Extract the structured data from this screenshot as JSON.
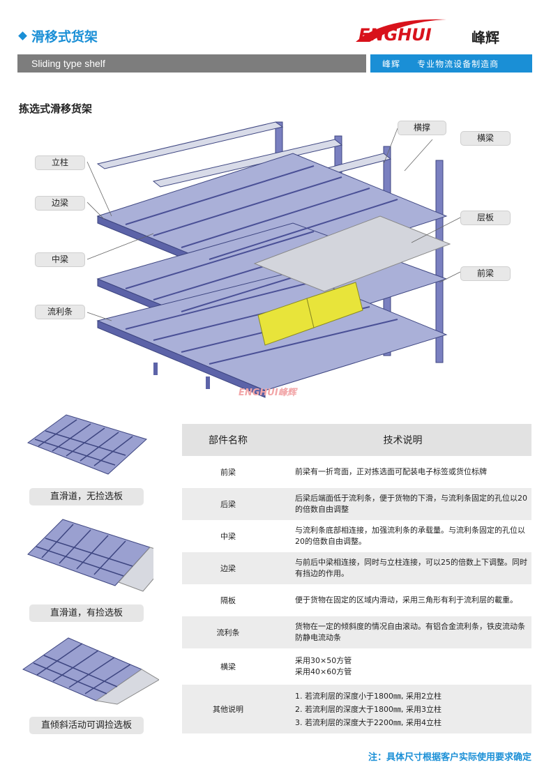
{
  "header": {
    "title": "滑移式货架",
    "subtitle_en": "Sliding type shelf",
    "logo_text": "ENGHUI",
    "logo_cn": "峰辉",
    "brand_tag": "峰辉     专业物流设备制造商"
  },
  "section_title": "拣选式滑移货架",
  "diagram_labels": {
    "pillar": "立柱",
    "side_beam": "边梁",
    "middle_beam": "中梁",
    "roller_bar": "流利条",
    "brace": "横撑",
    "cross_beam": "横梁",
    "shelf_board": "层板",
    "front_beam": "前梁"
  },
  "watermark": "ENGHUI峰辉",
  "thumbnails": [
    {
      "caption": "直滑道，无捡选板"
    },
    {
      "caption": "直滑道，有捡选板"
    },
    {
      "caption": "直倾斜活动可调捡选板"
    }
  ],
  "table": {
    "headers": [
      "部件名称",
      "技术说明"
    ],
    "rows": [
      {
        "name": "前梁",
        "desc": "前梁有一折弯面，正对拣选面可配装电子标签或货位标牌"
      },
      {
        "name": "后梁",
        "desc": "后梁后端面低于流利条，便于货物的下滑，与流利条固定的孔位以20的倍数自由调整"
      },
      {
        "name": "中梁",
        "desc": "与流利条底部相连接，加强流利条的承载量。与流利条固定的孔位以20的倍数自由调整。"
      },
      {
        "name": "边梁",
        "desc": "与前后中梁相连接，同时与立柱连接，可以25的倍数上下调整。同时有挡边的作用。"
      },
      {
        "name": "隔板",
        "desc": "便于货物在固定的区域内滑动，采用三角形有利于流利层的載重。"
      },
      {
        "name": "流利条",
        "desc": "货物在一定的倾斜度的情况自由滚动。有铝合金流利条，铁皮流动条防静电流动条"
      },
      {
        "name": "横梁",
        "desc_lines": [
          "采用30×50方管",
          "采用40×60方管"
        ]
      },
      {
        "name": "其他说明",
        "desc_lines": [
          "1. 若流利层的深度小于1800㎜, 采用2立柱",
          "2. 若流利层的深度大于1800㎜, 采用3立柱",
          "3. 若流利层的深度大于2200㎜, 采用4立柱"
        ]
      }
    ]
  },
  "footer_note": "注：具体尺寸根据客户实际使用要求确定",
  "colors": {
    "accent_blue": "#1a8fd6",
    "logo_red": "#d8121b",
    "grey_bar": "#7d7d7d",
    "rack_blue": "#6f76b8"
  }
}
